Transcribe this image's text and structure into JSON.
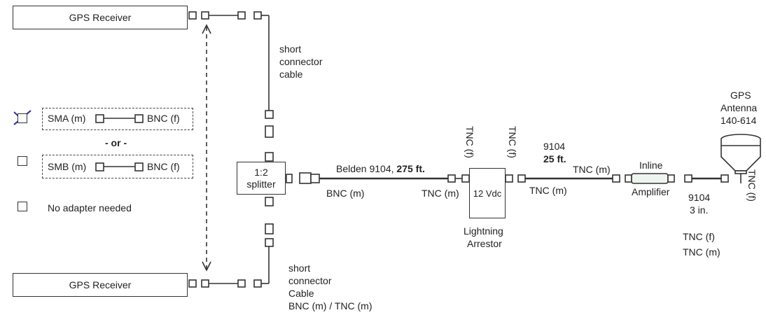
{
  "receivers": {
    "top_label": "GPS Receiver",
    "bottom_label": "GPS Receiver"
  },
  "cables": {
    "top_short": [
      "short",
      "connector",
      "cable"
    ],
    "bottom_short": [
      "short",
      "connector",
      "Cable",
      "BNC (m) / TNC (m)"
    ],
    "belden_prefix": "Belden 9104, ",
    "belden_length": "275 ft.",
    "c9104_25_number": "9104",
    "c9104_25_length": "25 ft.",
    "c9104_3_number": "9104",
    "c9104_3_length": "3 in."
  },
  "adapters": {
    "sma": {
      "left": "SMA (m)",
      "right": "BNC (f)"
    },
    "or_label": "- or -",
    "smb": {
      "left": "SMB (m)",
      "right": "BNC (f)"
    },
    "none_label": "No adapter needed"
  },
  "splitter": {
    "line1": "1:2",
    "line2": "splitter"
  },
  "arrestor": {
    "voltage": "12 Vdc",
    "label_line1": "Lightning",
    "label_line2": "Arrestor"
  },
  "amplifier": {
    "line1": "Inline",
    "line2": "Amplifier"
  },
  "antenna": {
    "line1": "GPS",
    "line2": "Antenna",
    "line3": "140-614"
  },
  "connectors": {
    "bnc_m_splitter": "BNC (m)",
    "tnc_m_arrestor_in": "TNC (m)",
    "tnc_f_arrestor_in": "TNC (f)",
    "tnc_f_arrestor_out": "TNC (f)",
    "tnc_m_arrestor_out": "TNC (m)",
    "tnc_m_amp_in": "TNC (m)",
    "tnc_f_antenna": "TNC (f)",
    "tnc_f_bottom": "TNC (f)",
    "tnc_m_bottom": "TNC (m)"
  },
  "colors": {
    "ink": "#222222",
    "check_mark": "#3a3aa8"
  }
}
